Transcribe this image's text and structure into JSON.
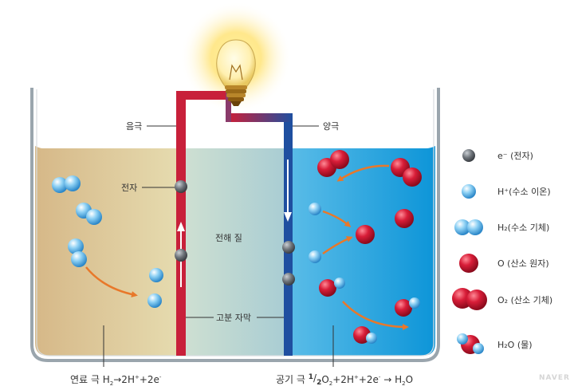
{
  "labels": {
    "anode": "음극",
    "cathode": "양극",
    "electron": "전자",
    "electrolyte": "전해 질",
    "polymer_membrane": "고분 자막"
  },
  "equations": {
    "anode_prefix": "연료 극 ",
    "anode_h": "H",
    "anode_sub2": "2",
    "anode_arrow": "→2H",
    "anode_plus": "+",
    "anode_tail": "+2e",
    "anode_e_sup": "-",
    "cathode_prefix": "공기 극 ",
    "cathode_frac_num": "1",
    "cathode_frac_den": "2",
    "cathode_o": "O",
    "cathode_sub2": "2",
    "cathode_mid": "+2H",
    "cathode_plus": "+",
    "cathode_mid2": "+2e",
    "cathode_e_sup": "-",
    "cathode_arrow": " → H",
    "cathode_sub2b": "2",
    "cathode_tail": "O"
  },
  "legend": [
    {
      "icon": "electron-icon",
      "text": "e⁻ (전자)"
    },
    {
      "icon": "hydrogen-ion-icon",
      "text": "H⁺(수소 이온)"
    },
    {
      "icon": "hydrogen-gas-icon",
      "text": "H₂(수소 기체)"
    },
    {
      "icon": "oxygen-atom-icon",
      "text": "O  (산소 원자)"
    },
    {
      "icon": "oxygen-gas-icon",
      "text": "O₂ (산소 기체)"
    },
    {
      "icon": "water-icon",
      "text": "H₂O (물)"
    }
  ],
  "watermark": "NAVER",
  "colors": {
    "anode_wire": "#c8203a",
    "cathode_wire": "#1f4fa0",
    "anode_solution": "#d9c08a",
    "cathode_solution": "#1d9fdc",
    "electron": "#6f747a",
    "hydrogen": "#4aa7e0",
    "oxygen": "#c8102e",
    "arrow": "#e8782a"
  }
}
